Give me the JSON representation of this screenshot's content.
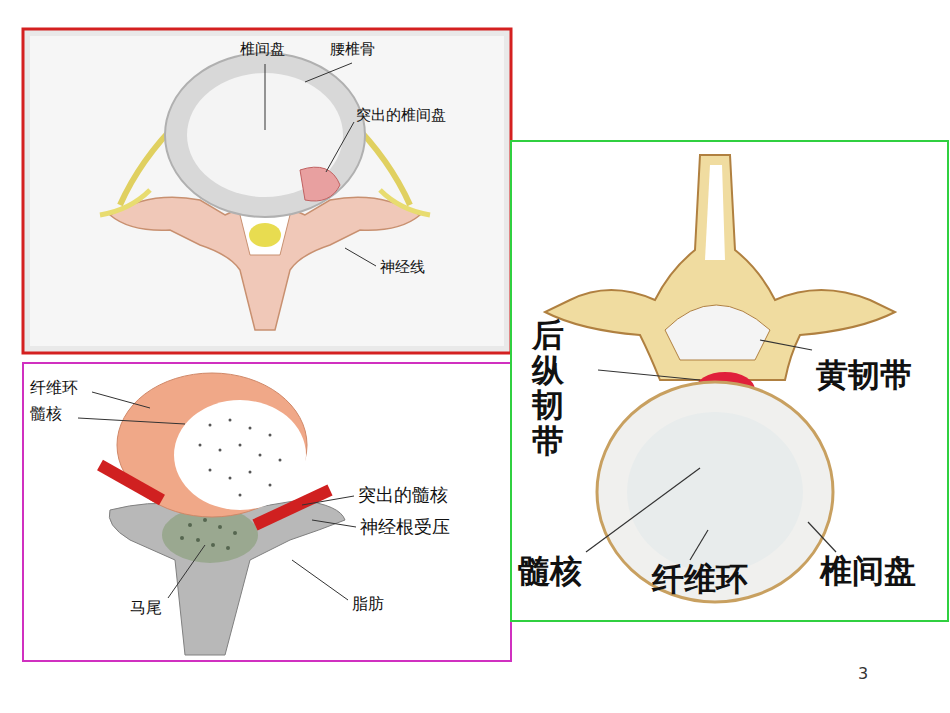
{
  "diagram": {
    "labels": [
      "椎间盘",
      "腰椎骨",
      "突出的椎间盘",
      "神经线",
      "纤维环",
      "髓核",
      "突出的髓核",
      "神经根受压",
      "马尾",
      "脂肪",
      "后纵韧带",
      "黄韧带",
      "髓核",
      "纤维环",
      "椎间盘",
      "3"
    ]
  }
}
